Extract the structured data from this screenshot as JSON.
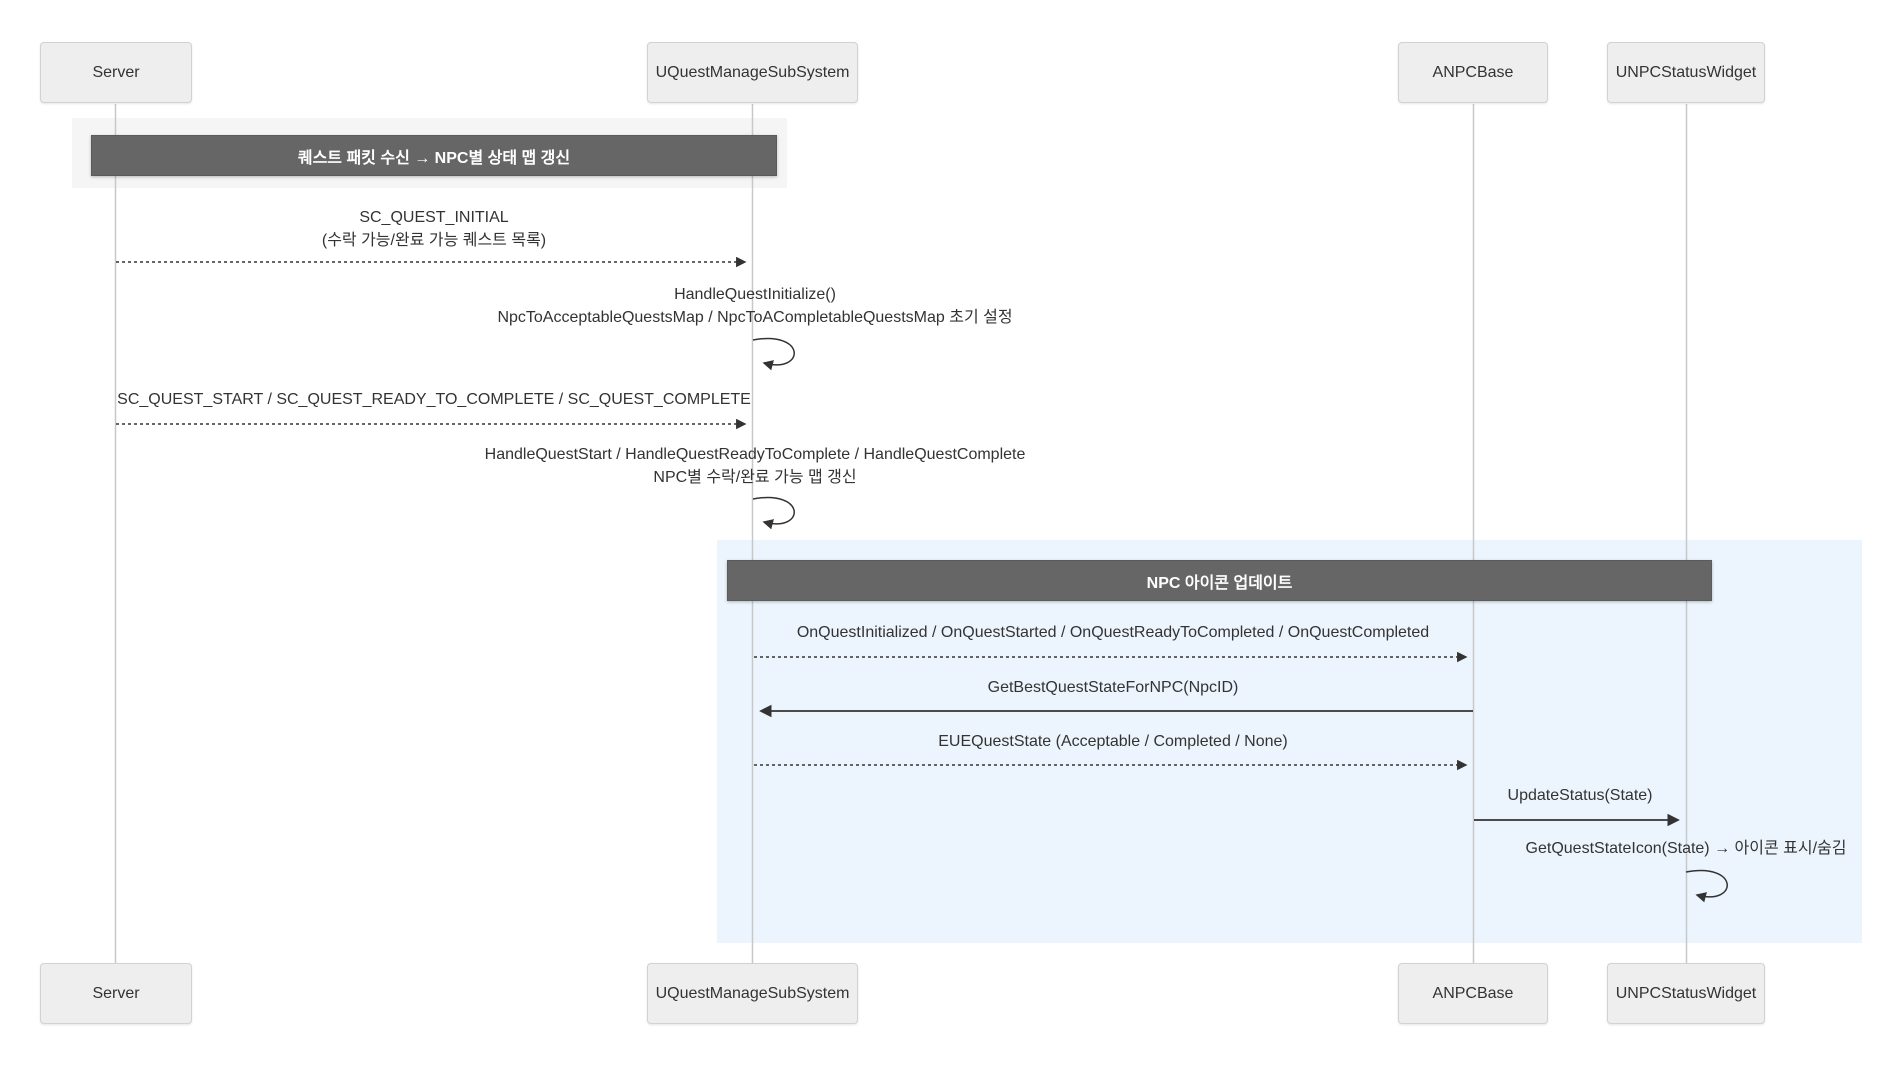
{
  "diagram": {
    "type": "sequence",
    "participants": [
      {
        "id": "server",
        "label": "Server"
      },
      {
        "id": "uqmss",
        "label": "UQuestManageSubSystem"
      },
      {
        "id": "anpcbase",
        "label": "ANPCBase"
      },
      {
        "id": "unpcwidget",
        "label": "UNPCStatusWidget"
      }
    ],
    "sections": [
      {
        "title": "퀘스트 패킷 수신 → NPC별 상태 맵 갱신",
        "bg_color": "#f5f5f5",
        "label_color": "#666666"
      },
      {
        "title": "NPC 아이콘 업데이트",
        "bg_color": "#ecf4fd",
        "label_color": "#666666"
      }
    ],
    "messages": [
      {
        "from": "Server",
        "to": "UQuestManageSubSystem",
        "style": "dashed",
        "lines": [
          "SC_QUEST_INITIAL",
          "(수락 가능/완료 가능 퀘스트 목록)"
        ]
      },
      {
        "from": "UQuestManageSubSystem",
        "to": "UQuestManageSubSystem",
        "style": "self",
        "lines": [
          "HandleQuestInitialize()",
          "NpcToAcceptableQuestsMap / NpcToACompletableQuestsMap 초기 설정"
        ]
      },
      {
        "from": "Server",
        "to": "UQuestManageSubSystem",
        "style": "dashed",
        "lines": [
          "SC_QUEST_START / SC_QUEST_READY_TO_COMPLETE / SC_QUEST_COMPLETE"
        ]
      },
      {
        "from": "UQuestManageSubSystem",
        "to": "UQuestManageSubSystem",
        "style": "self",
        "lines": [
          "HandleQuestStart / HandleQuestReadyToComplete / HandleQuestComplete",
          "NPC별 수락/완료 가능 맵 갱신"
        ]
      },
      {
        "from": "UQuestManageSubSystem",
        "to": "ANPCBase",
        "style": "dashed",
        "lines": [
          "OnQuestInitialized / OnQuestStarted / OnQuestReadyToCompleted / OnQuestCompleted"
        ]
      },
      {
        "from": "ANPCBase",
        "to": "UQuestManageSubSystem",
        "style": "solid",
        "lines": [
          "GetBestQuestStateForNPC(NpcID)"
        ]
      },
      {
        "from": "UQuestManageSubSystem",
        "to": "ANPCBase",
        "style": "dashed",
        "lines": [
          "EUEQuestState (Acceptable / Completed / None)"
        ]
      },
      {
        "from": "ANPCBase",
        "to": "UNPCStatusWidget",
        "style": "solid",
        "lines": [
          "UpdateStatus(State)"
        ]
      },
      {
        "from": "UNPCStatusWidget",
        "to": "UNPCStatusWidget",
        "style": "self",
        "lines": [
          "GetQuestStateIcon(State) → 아이콘 표시/숨김"
        ]
      }
    ],
    "colors": {
      "actor_fill": "#eeeeee",
      "actor_border": "#d2d2d2",
      "lifeline": "#c8c8c8",
      "arrow": "#333333",
      "section1_bg": "#f5f5f5",
      "section2_bg": "#ecf4fd",
      "section_label_bg": "#666666",
      "text": "#333333"
    }
  }
}
